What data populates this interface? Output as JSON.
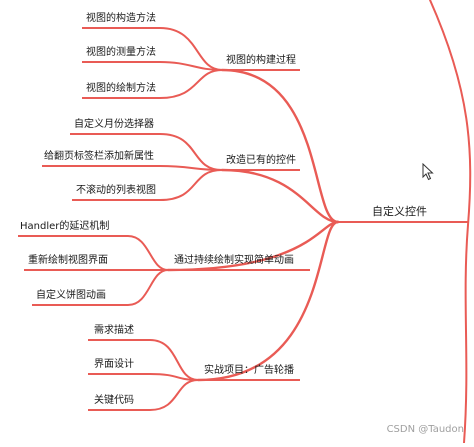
{
  "mindmap": {
    "root": "自定义控件",
    "branches": [
      {
        "label": "视图的构建过程",
        "children": [
          "视图的构造方法",
          "视图的测量方法",
          "视图的绘制方法"
        ]
      },
      {
        "label": "改造已有的控件",
        "children": [
          "自定义月份选择器",
          "给翻页标签栏添加新属性",
          "不滚动的列表视图"
        ]
      },
      {
        "label": "通过持续绘制实现简单动画",
        "children": [
          "Handler的延迟机制",
          "重新绘制视图界面",
          "自定义饼图动画"
        ]
      },
      {
        "label": "实战项目：广告轮播",
        "children": [
          "需求描述",
          "界面设计",
          "关键代码"
        ]
      }
    ]
  },
  "watermark": "CSDN @Taudon",
  "colors": {
    "edge": "#e95b55",
    "text": "#1a1a1a"
  }
}
